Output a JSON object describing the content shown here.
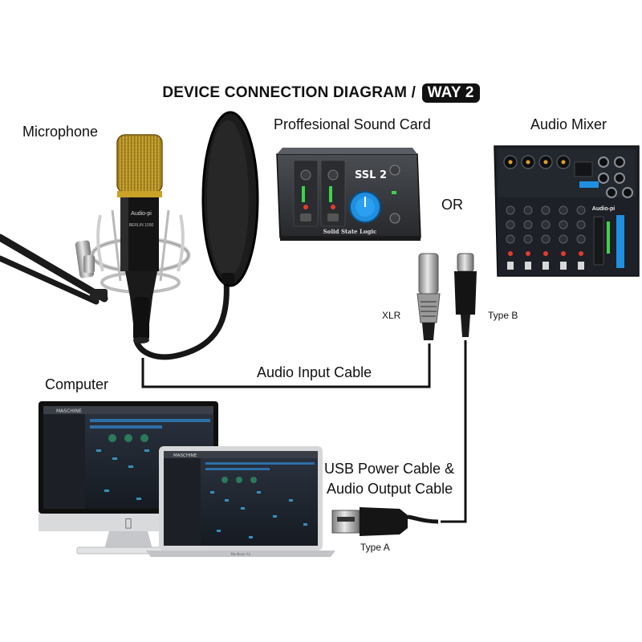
{
  "header": {
    "title_main": "DEVICE CONNECTION DIAGRAM /",
    "title_badge": "WAY 2"
  },
  "devices": {
    "microphone": {
      "label": "Microphone",
      "brand": "Audio-pi",
      "model": "BERLIN 1000"
    },
    "sound_card": {
      "label": "Proffesional Sound Card",
      "brand": "SSL 2",
      "maker": "Solid State Logic"
    },
    "mixer": {
      "label": "Audio Mixer",
      "brand": "Audio-pi"
    },
    "computer": {
      "label": "Computer",
      "software": "MASCHINE",
      "laptop_name": "MacBook Air"
    },
    "separator": "OR"
  },
  "connectors": {
    "xlr": "XLR",
    "type_b": "Type B",
    "type_a": "Type A"
  },
  "cables": {
    "audio_input": "Audio Input Cable",
    "usb_line1": "USB Power Cable &",
    "usb_line2": "Audio Output Cable"
  },
  "colors": {
    "accent": "#111111",
    "mic_gold": "#c9a227",
    "knob_blue": "#1f8fe0"
  }
}
